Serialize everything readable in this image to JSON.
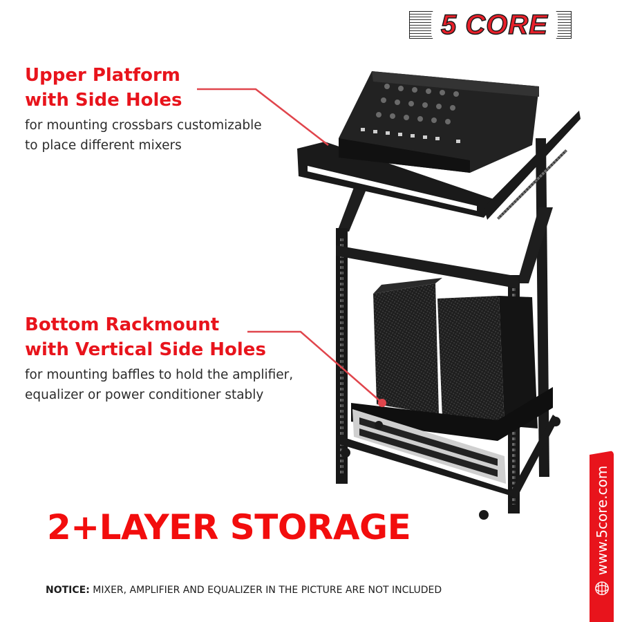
{
  "brand": {
    "logo_text": "5 CORE",
    "colors": {
      "red": "#e8202a",
      "outline": "#1a1a1a"
    }
  },
  "features": [
    {
      "headline_line1": "Upper Platform",
      "headline_line2": "with Side Holes",
      "body_line1": "for mounting crossbars customizable",
      "body_line2": "to place different mixers"
    },
    {
      "headline_line1": "Bottom Rackmount",
      "headline_line2": "with Vertical Side Holes",
      "body_line1": "for mounting baffles to hold the amplifier,",
      "body_line2": "equalizer or power conditioner stably"
    }
  ],
  "title": "2+LAYER STORAGE",
  "notice": {
    "label": "NOTICE:",
    "text": " MIXER, AMPLIFIER AND EQUALIZER IN THE PICTURE ARE NOT INCLUDED"
  },
  "website": {
    "url": "www.5core.com",
    "icon": "globe-www-icon"
  },
  "product": {
    "items_shown": [
      "audio mixer",
      "rack stand",
      "speakers",
      "amplifier",
      "casters"
    ]
  },
  "colors": {
    "accent_red": "#e8141c",
    "body_text": "#2b2b2b",
    "background": "#ffffff",
    "rack_black": "#1b1b1b"
  }
}
